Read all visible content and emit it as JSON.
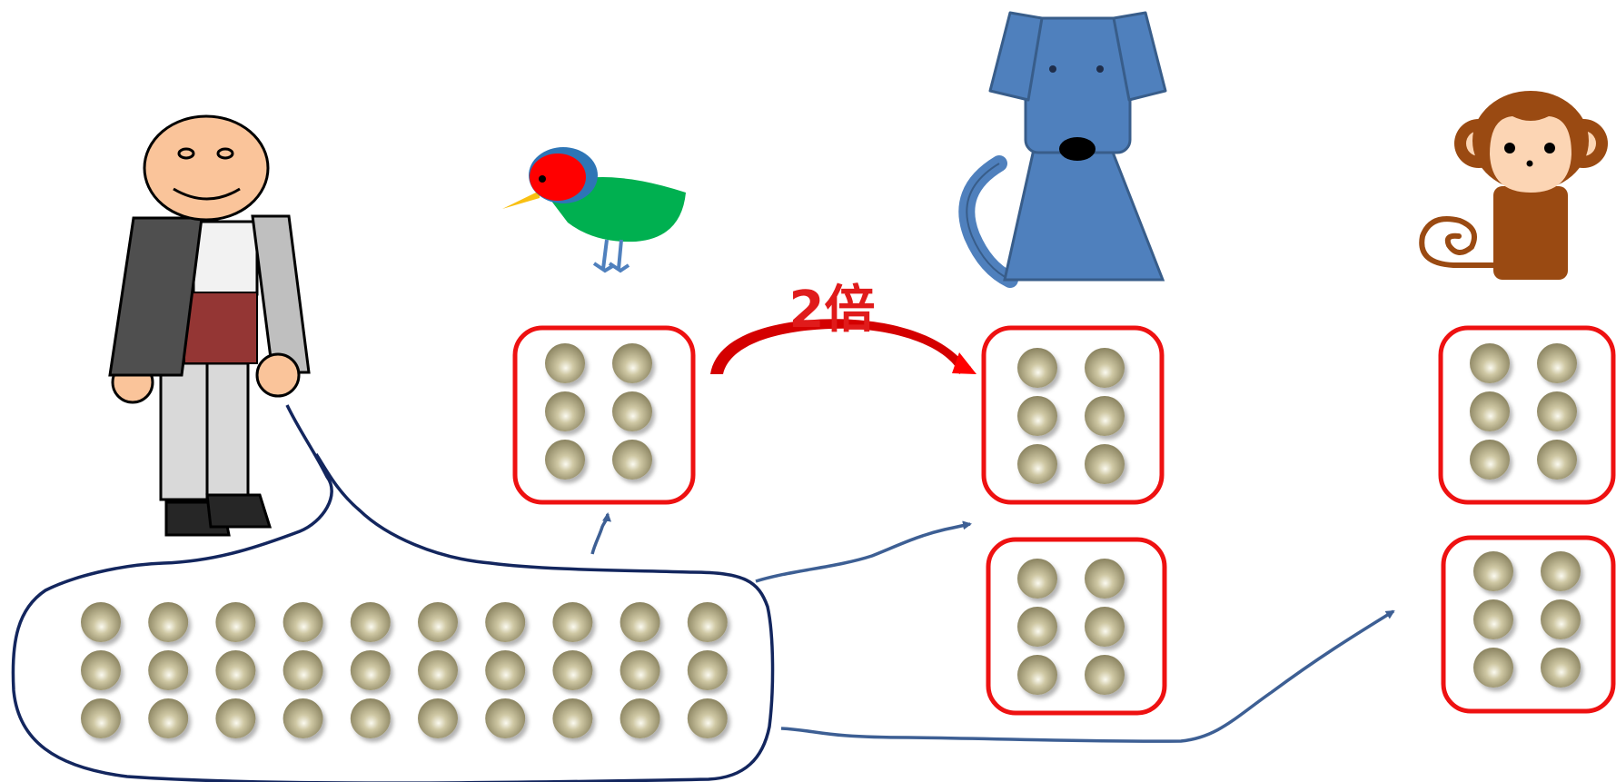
{
  "diagram": {
    "multiplier_label": "2倍",
    "characters": [
      {
        "id": "person",
        "icon": "person-icon"
      },
      {
        "id": "bird",
        "icon": "bird-icon"
      },
      {
        "id": "dog",
        "icon": "dog-icon"
      },
      {
        "id": "monkey",
        "icon": "monkey-icon"
      }
    ],
    "groups": [
      {
        "owner": "person",
        "count": 30,
        "rows": 3,
        "cols": 10
      },
      {
        "owner": "bird",
        "count": 6,
        "rows": 3,
        "cols": 2
      },
      {
        "owner": "dog",
        "count": 6,
        "rows": 3,
        "cols": 2
      },
      {
        "owner": "dog",
        "count": 6,
        "rows": 3,
        "cols": 2
      },
      {
        "owner": "monkey",
        "count": 6,
        "rows": 3,
        "cols": 2
      },
      {
        "owner": "monkey",
        "count": 6,
        "rows": 3,
        "cols": 2
      }
    ],
    "colors": {
      "box_border": "#ee1111",
      "ball": "#9b9470",
      "blob_outline": "#13265e",
      "arrow": "#3d5f94",
      "label": "#e01b1b",
      "dog": "#4f80bd",
      "monkey": "#9a4a12"
    }
  }
}
